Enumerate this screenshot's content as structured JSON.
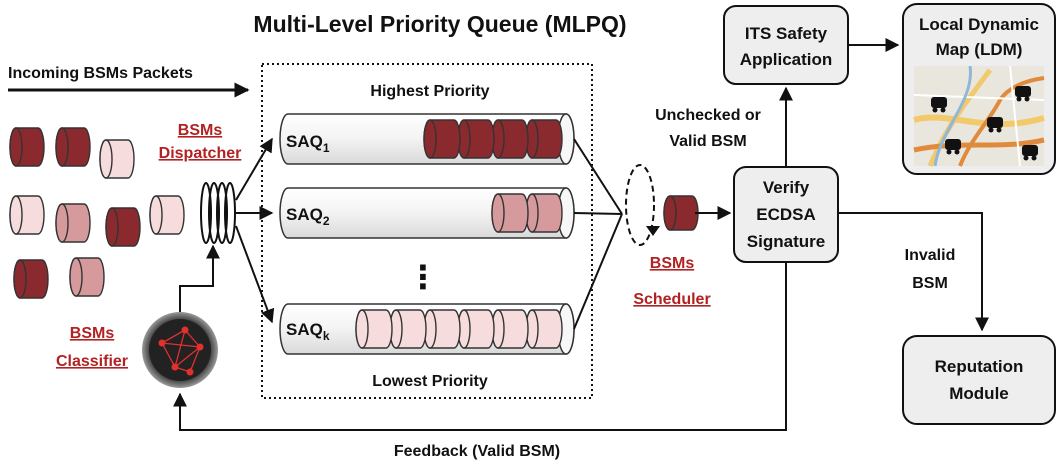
{
  "title": "Multi-Level Priority Queue (MLPQ)",
  "incoming_label": "Incoming BSMs Packets",
  "dispatcher": {
    "line1": "BSMs",
    "line2": "Dispatcher"
  },
  "classifier": {
    "line1": "BSMs",
    "line2": "Classifier"
  },
  "scheduler": {
    "line1": "BSMs",
    "line2": "Scheduler"
  },
  "priority_high": "Highest Priority",
  "priority_low": "Lowest Priority",
  "queues": [
    {
      "name": "SAQ",
      "sub": "1",
      "packets": 4,
      "shade": "dark"
    },
    {
      "name": "SAQ",
      "sub": "2",
      "packets": 2,
      "shade": "medium"
    },
    {
      "name": "SAQ",
      "sub": "k",
      "packets": 6,
      "shade": "light"
    }
  ],
  "ellipsis": "⋮",
  "edge_unchecked": {
    "line1": "Unchecked or",
    "line2": "Valid BSM"
  },
  "its_app": {
    "line1": "ITS Safety",
    "line2": "Application"
  },
  "ldm": {
    "line1": "Local Dynamic",
    "line2": "Map (LDM)"
  },
  "verify": {
    "line1": "Verify",
    "line2": "ECDSA",
    "line3": "Signature"
  },
  "edge_invalid": {
    "line1": "Invalid",
    "line2": "BSM"
  },
  "reputation": {
    "line1": "Reputation",
    "line2": "Module"
  },
  "feedback": "Feedback (Valid BSM)",
  "colors": {
    "dark": "#8b2a2e",
    "medium": "#d79a9c",
    "light": "#f6dcdc",
    "box_fill": "#eeeeee",
    "accent": "#b22222"
  },
  "icons": {
    "classifier": "network-graph-icon",
    "ldm": "map-with-cars-icon"
  }
}
